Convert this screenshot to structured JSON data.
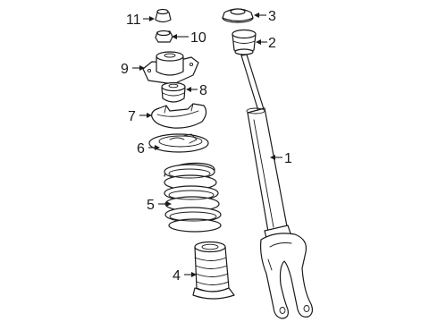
{
  "callouts": [
    {
      "id": "1",
      "label": "1",
      "part": "strut"
    },
    {
      "id": "2",
      "label": "2",
      "part": "bumper"
    },
    {
      "id": "3",
      "label": "3",
      "part": "upper-cap"
    },
    {
      "id": "4",
      "label": "4",
      "part": "dust-boot"
    },
    {
      "id": "5",
      "label": "5",
      "part": "coil-spring"
    },
    {
      "id": "6",
      "label": "6",
      "part": "lower-spring-seat"
    },
    {
      "id": "7",
      "label": "7",
      "part": "upper-spring-seat"
    },
    {
      "id": "8",
      "label": "8",
      "part": "jounce-bumper"
    },
    {
      "id": "9",
      "label": "9",
      "part": "strut-mount"
    },
    {
      "id": "10",
      "label": "10",
      "part": "mount-nut"
    },
    {
      "id": "11",
      "label": "11",
      "part": "cap"
    }
  ],
  "colors": {
    "line": "#1a1a1a",
    "background": "#ffffff"
  }
}
